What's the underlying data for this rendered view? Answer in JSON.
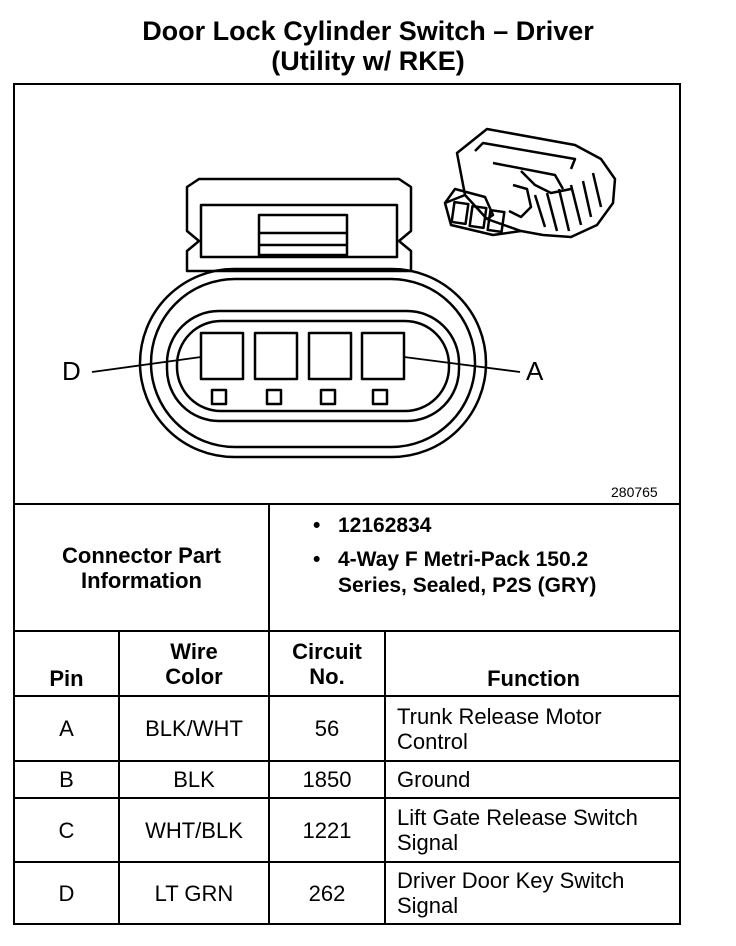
{
  "title": {
    "line1": "Door Lock Cylinder Switch – Driver",
    "line2": "(Utility w/ RKE)"
  },
  "diagram": {
    "figure_number": "280765",
    "pin_labels": {
      "left": "D",
      "right": "A"
    }
  },
  "connector_info": {
    "label": "Connector Part Information",
    "items": [
      "12162834",
      "4-Way F Metri-Pack 150.2 Series, Sealed, P2S (GRY)"
    ]
  },
  "table": {
    "headers": {
      "pin": "Pin",
      "wire_color": "Wire Color",
      "circuit": "Circuit No.",
      "function": "Function"
    },
    "rows": [
      {
        "pin": "A",
        "wire_color": "BLK/WHT",
        "circuit": "56",
        "function": "Trunk Release Motor Control"
      },
      {
        "pin": "B",
        "wire_color": "BLK",
        "circuit": "1850",
        "function": "Ground"
      },
      {
        "pin": "C",
        "wire_color": "WHT/BLK",
        "circuit": "1221",
        "function": "Lift Gate Release Switch Signal"
      },
      {
        "pin": "D",
        "wire_color": "LT GRN",
        "circuit": "262",
        "function": "Driver Door Key Switch Signal"
      }
    ]
  }
}
